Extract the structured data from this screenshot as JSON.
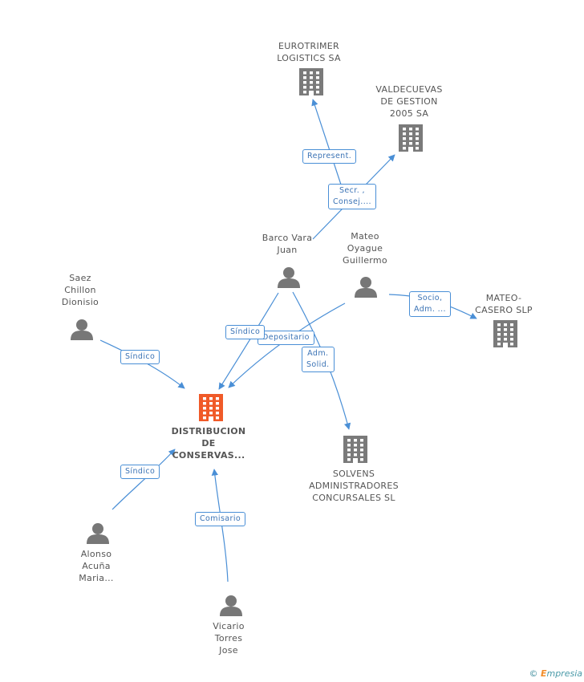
{
  "colors": {
    "edge": "#4a8fd6",
    "company": "#7a7a7a",
    "center_company": "#f05a28",
    "person": "#777777"
  },
  "nodes": {
    "eurotrimer": {
      "type": "company",
      "icon": "building-icon",
      "lines": [
        "EUROTRIMER",
        "LOGISTICS SA"
      ]
    },
    "valdecuevas": {
      "type": "company",
      "icon": "building-icon",
      "lines": [
        "VALDECUEVAS",
        "DE GESTION",
        "2005 SA"
      ]
    },
    "barco": {
      "type": "person",
      "icon": "person-icon",
      "lines": [
        "Barco Vara",
        "Juan"
      ]
    },
    "mateo_oyague": {
      "type": "person",
      "icon": "person-icon",
      "lines": [
        "Mateo",
        "Oyague",
        "Guillermo"
      ]
    },
    "mateo_casero": {
      "type": "company",
      "icon": "building-icon",
      "lines": [
        "MATEO-",
        "CASERO SLP"
      ]
    },
    "saez": {
      "type": "person",
      "icon": "person-icon",
      "lines": [
        "Saez",
        "Chillon",
        "Dionisio"
      ]
    },
    "distribucion": {
      "type": "center-company",
      "icon": "building-icon",
      "lines": [
        "DISTRIBUCION",
        "DE",
        "CONSERVAS..."
      ]
    },
    "solvens": {
      "type": "company",
      "icon": "building-icon",
      "lines": [
        "SOLVENS",
        "ADMINISTRADORES",
        "CONCURSALES SL"
      ]
    },
    "alonso": {
      "type": "person",
      "icon": "person-icon",
      "lines": [
        "Alonso",
        "Acuña",
        "Maria..."
      ]
    },
    "vicario": {
      "type": "person",
      "icon": "person-icon",
      "lines": [
        "Vicario",
        "Torres",
        "Jose"
      ]
    }
  },
  "edge_labels": {
    "represent": [
      "Represent."
    ],
    "secr": [
      "Secr. ,",
      "Consej...."
    ],
    "socio": [
      "Socio,",
      "Adm. ..."
    ],
    "sindico_barco": [
      "Síndico"
    ],
    "depositario": [
      "Depositario"
    ],
    "adm_solid": [
      "Adm.",
      "Solid."
    ],
    "sindico_saez": [
      "Síndico"
    ],
    "sindico_alonso": [
      "Síndico"
    ],
    "comisario": [
      "Comisario"
    ]
  },
  "footer": {
    "copyright": "©",
    "brand_initial": "E",
    "brand_rest": "mpresia"
  }
}
